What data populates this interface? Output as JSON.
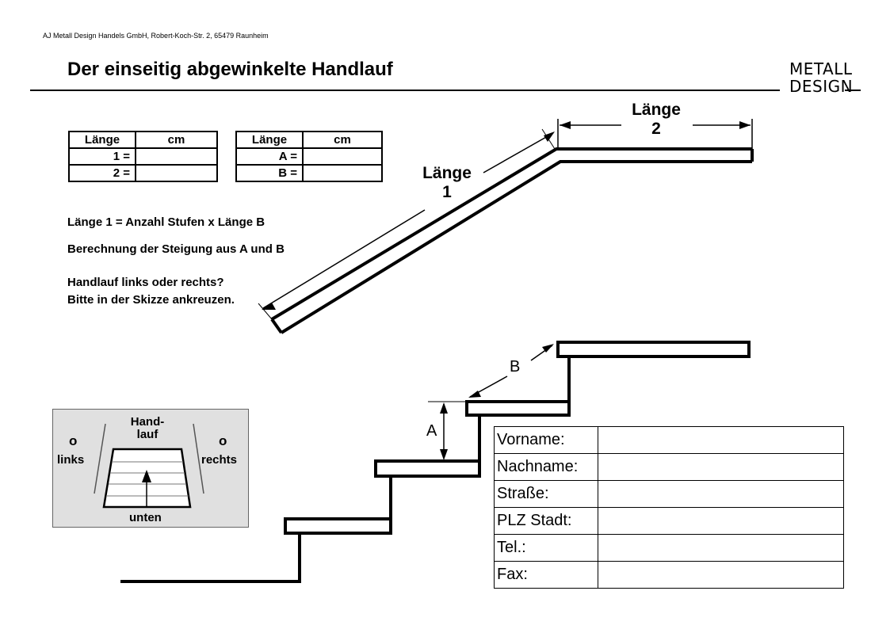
{
  "header": {
    "company": "AJ Metall Design Handels GmbH, Robert-Koch-Str. 2, 65479 Raunheim",
    "title": "Der einseitig abgewinkelte Handlauf",
    "logo_line1": "METALL",
    "logo_line2": "DESIGN"
  },
  "table_left": {
    "col1": "Länge",
    "col2": "cm",
    "rows": [
      "1 =",
      "2 ="
    ]
  },
  "table_right": {
    "col1": "Länge",
    "col2": "cm",
    "rows": [
      "A =",
      "B ="
    ]
  },
  "notes": {
    "formula": "Länge 1 = Anzahl Stufen x Länge B",
    "slope": "Berechnung der Steigung aus A und B",
    "question": "Handlauf links oder rechts?",
    "instruction": "Bitte in der Skizze ankreuzen."
  },
  "diagram": {
    "laenge1_word": "Länge",
    "laenge1_num": "1",
    "laenge2_word": "Länge",
    "laenge2_num": "2",
    "label_a": "A",
    "label_b": "B"
  },
  "inset": {
    "hand1": "Hand-",
    "hand2": "lauf",
    "links": "links",
    "rechts": "rechts",
    "radio": "o",
    "unten": "unten"
  },
  "form": {
    "fields": [
      "Vorname:",
      "Nachname:",
      "Straße:",
      "PLZ Stadt:",
      "Tel.:",
      "Fax:"
    ]
  }
}
